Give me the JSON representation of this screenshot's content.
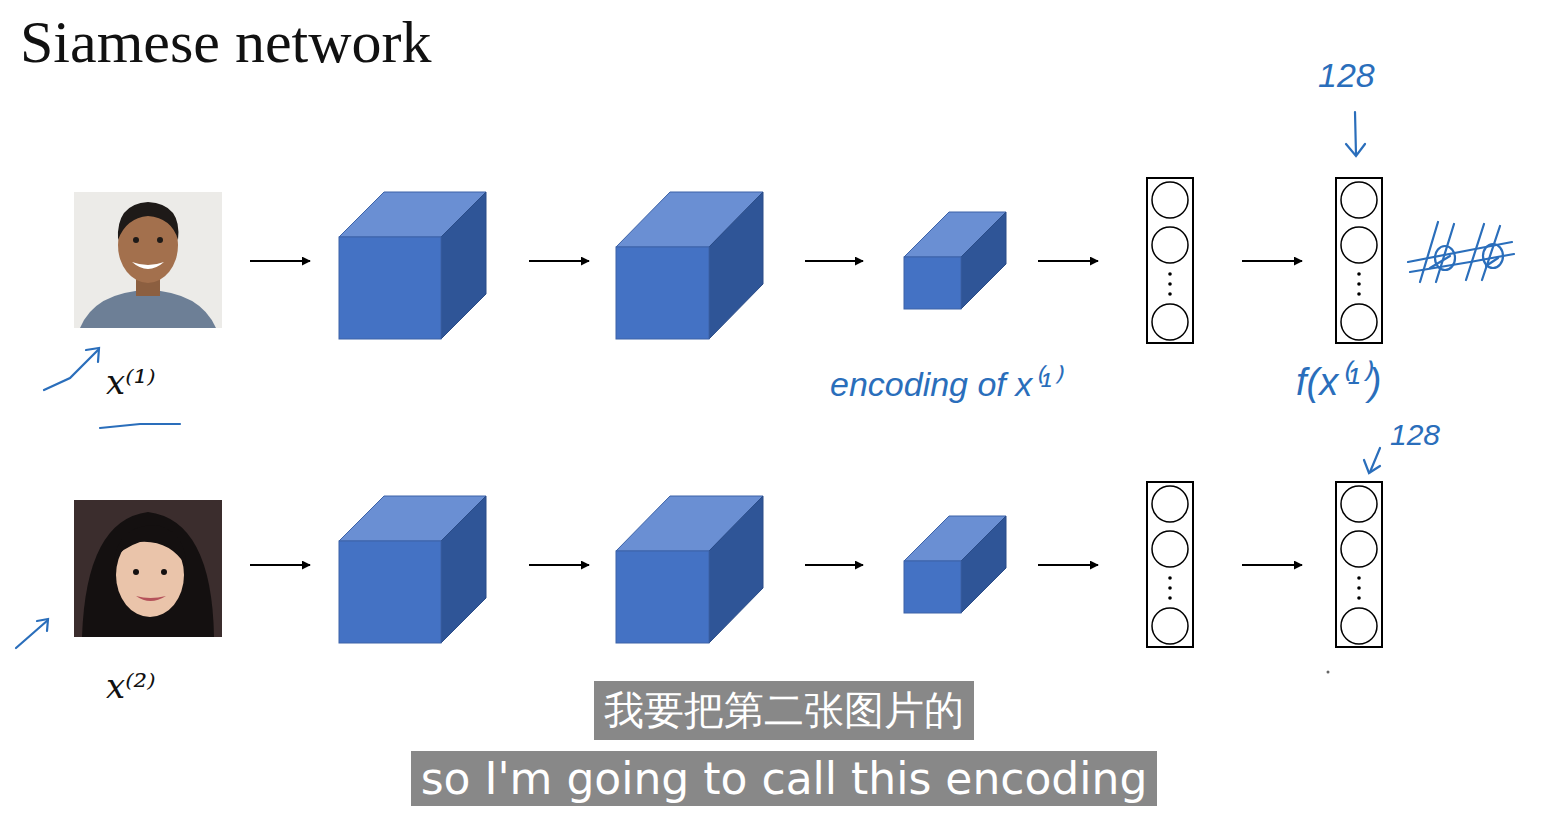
{
  "diagram": {
    "title": "Siamese network",
    "labels": [
      "128",
      "encoding of x⁽¹⁾",
      "f(x⁽¹⁾)",
      "128",
      "x⁽¹⁾",
      "x⁽²⁾",
      "我要把第二张图片的",
      "so I'm going to call this encoding"
    ]
  }
}
